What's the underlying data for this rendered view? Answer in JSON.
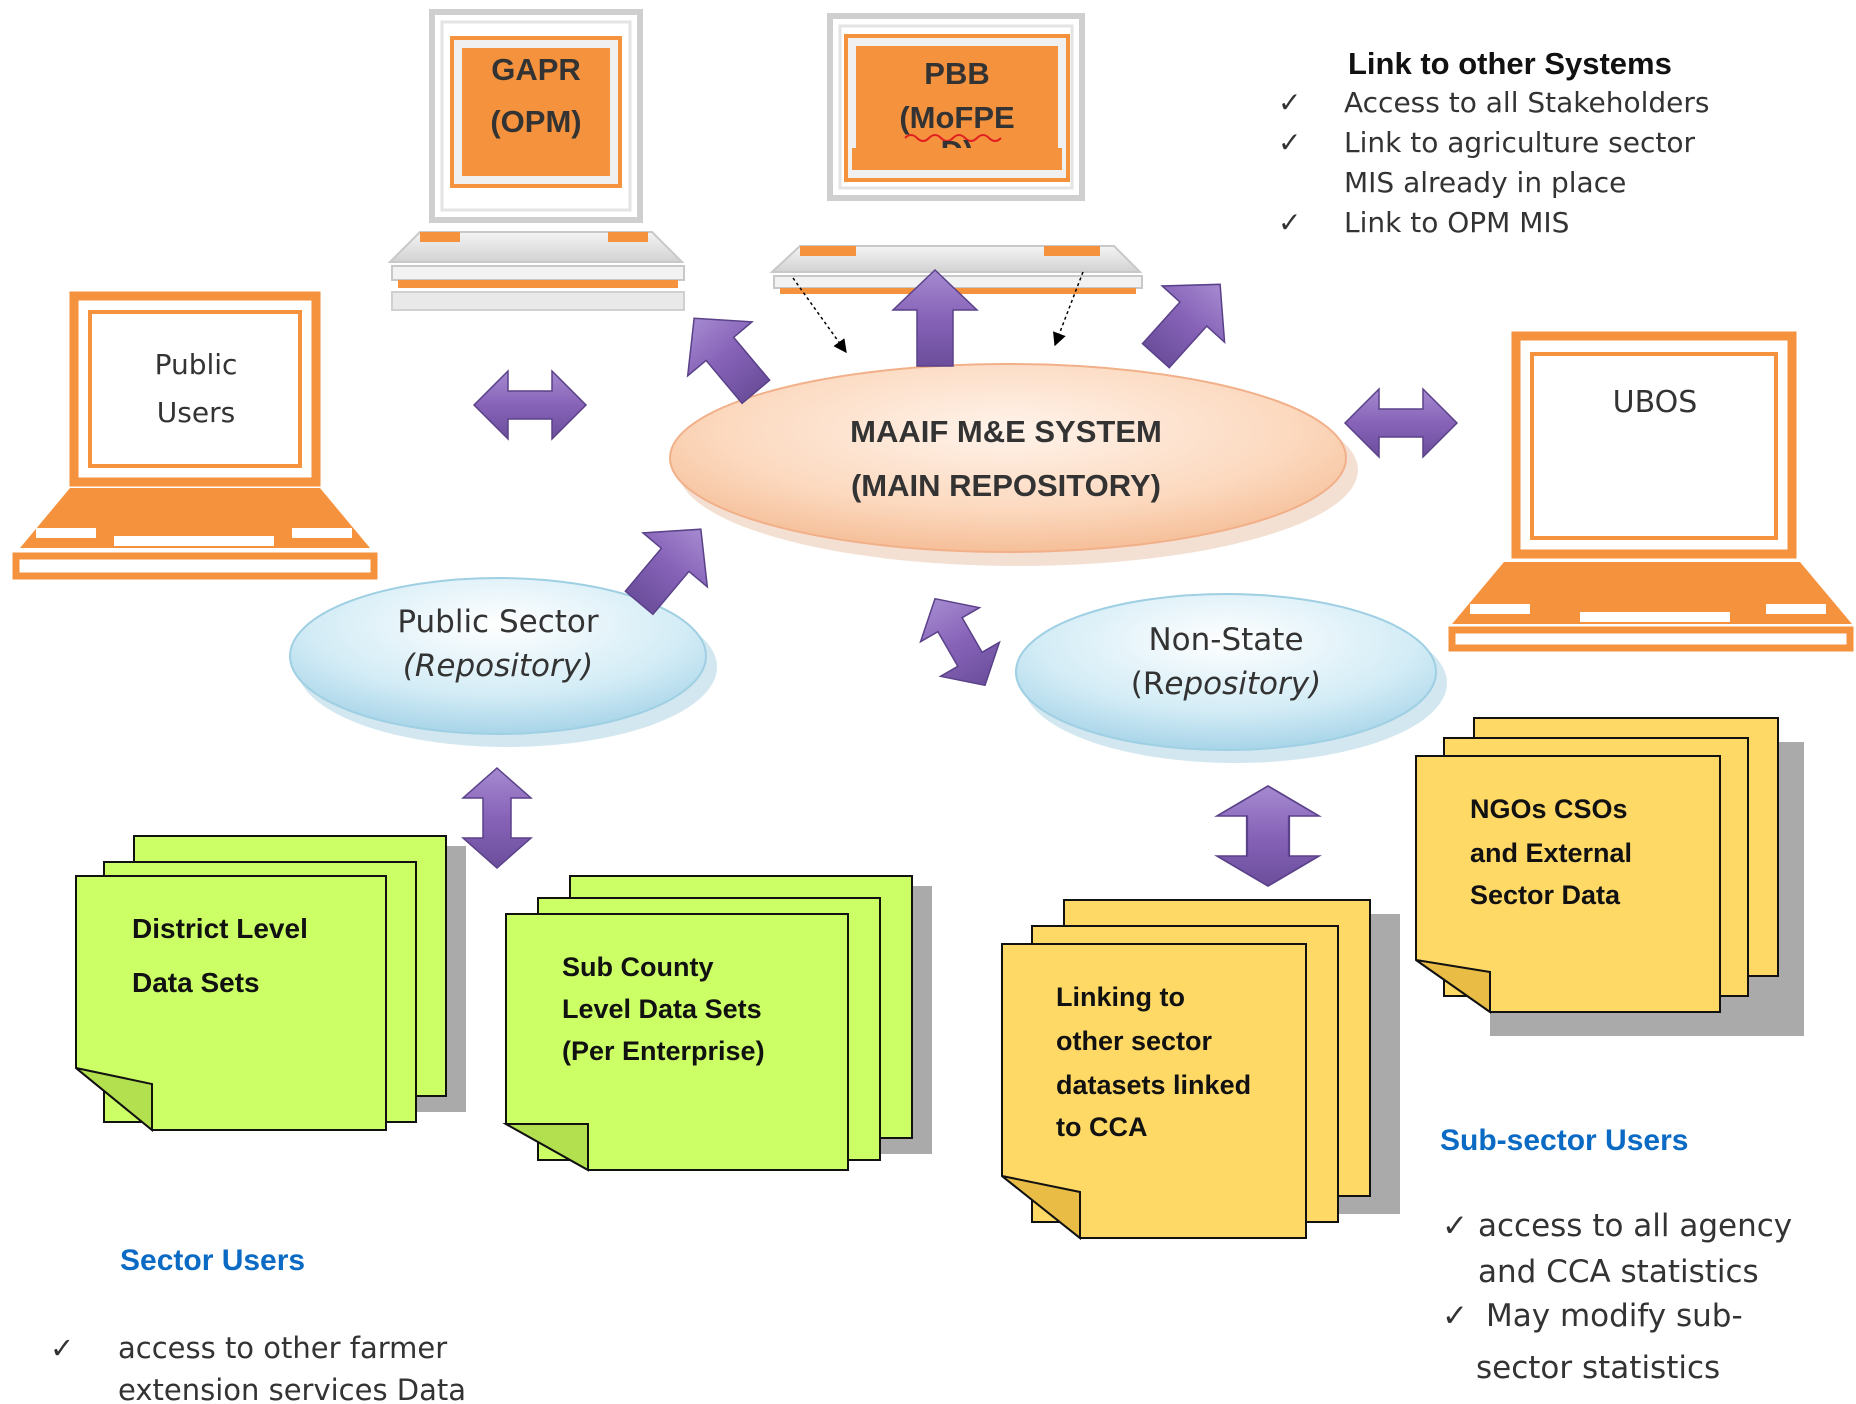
{
  "computers": {
    "gapr": {
      "line1": "GAPR",
      "line2": "(OPM)"
    },
    "pbb": {
      "line1": "PBB",
      "line2": "(MoFPE",
      "line3": "D)"
    },
    "public_users": {
      "line1": "Public",
      "line2": "Users"
    },
    "ubos": {
      "line1": "UBOS"
    }
  },
  "main_repository": {
    "line1": "MAAIF M&E SYSTEM",
    "line2": "(MAIN REPOSITORY)"
  },
  "public_sector": {
    "line1": "Public Sector",
    "line2": "(Repository)"
  },
  "non_state": {
    "line1": "Non-State",
    "line2_a": "(R",
    "line2_b": "epository)"
  },
  "link_systems": {
    "title": "Link to other Systems",
    "items": [
      "Access to all Stakeholders",
      "Link to agriculture sector",
      "MIS already in place",
      "Link to OPM MIS"
    ]
  },
  "datasets": {
    "district": [
      "District Level",
      "Data Sets"
    ],
    "subcounty": [
      "Sub County",
      "Level Data Sets",
      "(Per Enterprise)"
    ],
    "linking": [
      "Linking to",
      "other sector",
      "datasets linked",
      "to CCA"
    ],
    "ngos": [
      "NGOs CSOs",
      "and External",
      "Sector Data"
    ]
  },
  "sector_users": {
    "title": "Sector Users",
    "items": [
      "access to other farmer",
      "extension services Data"
    ]
  },
  "sub_sector_users": {
    "title": "Sub-sector Users",
    "items": [
      "access to all agency",
      "and CCA statistics",
      "May modify sub-",
      "sector statistics"
    ]
  },
  "check_glyph": "✓",
  "colors": {
    "computer_orange": "#f5923e",
    "arrow_purple": "#8b6db8",
    "green_note": "#ccff66",
    "yellow_note": "#ffd966",
    "blue_ellipse": "#cfeaf5",
    "peach_ellipse": "#fbd3b5",
    "heading_blue": "#0a6ac4"
  }
}
